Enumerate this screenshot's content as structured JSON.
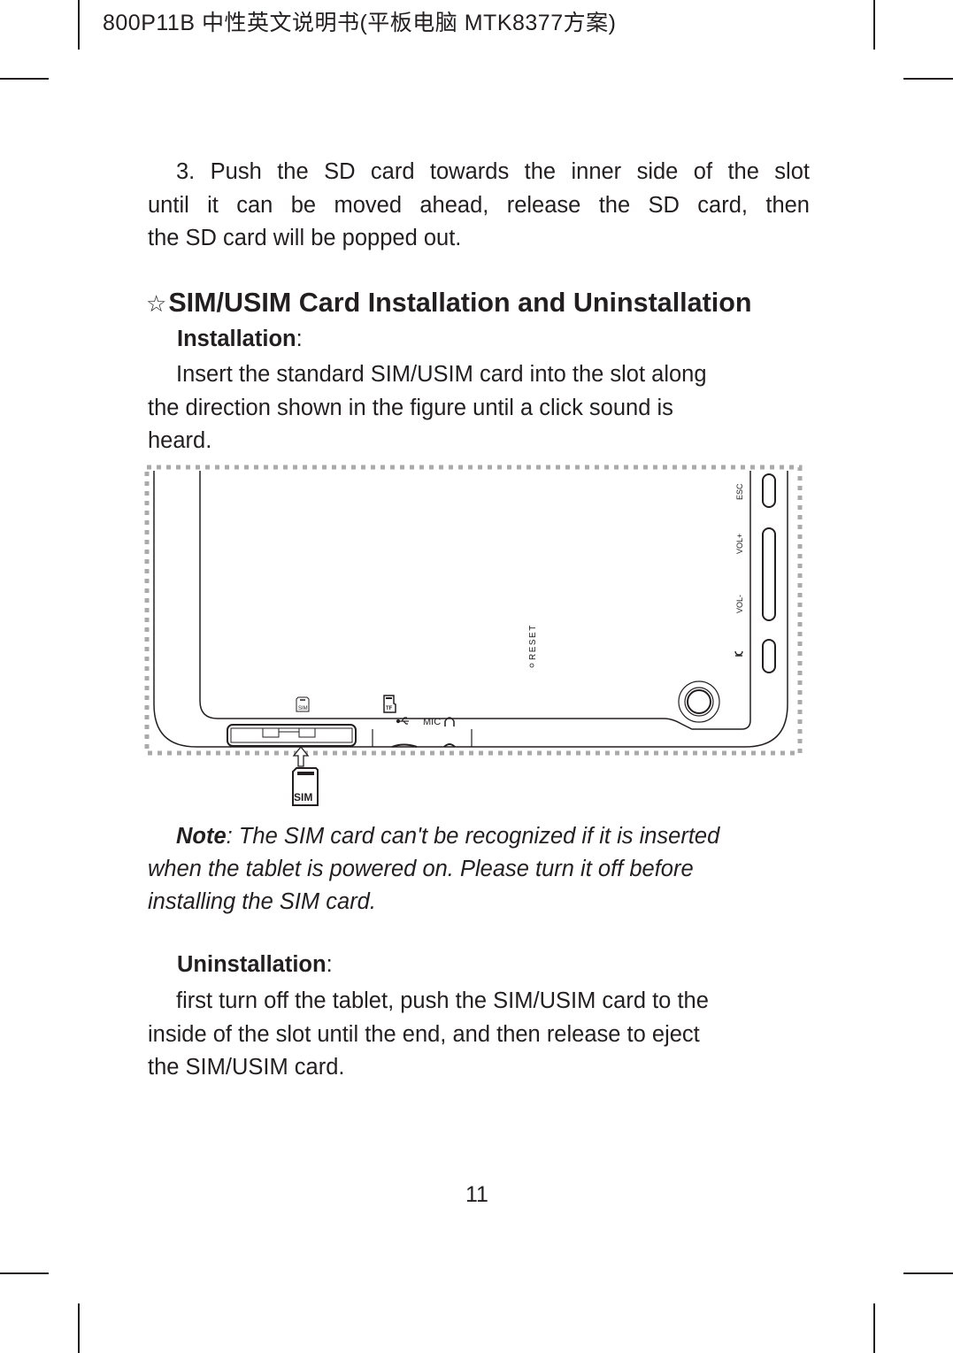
{
  "header": {
    "title": "800P11B 中性英文说明书(平板电脑 MTK8377方案)"
  },
  "paragraph_sd_eject": {
    "lines": [
      "3. Push the SD card towards the inner side of the slot",
      "until it can be moved ahead, release the SD card, then",
      "the SD card will be popped out."
    ]
  },
  "section": {
    "star_icon": "☆",
    "heading": "SIM/USIM Card Installation and Uninstallation"
  },
  "installation": {
    "label": "Installation",
    "colon": ":",
    "lines": [
      "Insert the standard SIM/USIM card into the slot along",
      "the direction shown in the figure until a click sound is",
      "heard."
    ]
  },
  "figure": {
    "labels": {
      "esc": "ESC",
      "vol_plus": "VOL+",
      "vol_minus": "VOL-",
      "reset": "RESET",
      "mic": "MIC",
      "sim_slot_icon": "SIM",
      "tf_slot_icon": "TF",
      "sim_card": "SIM"
    },
    "colors": {
      "line": "#231f20",
      "dashed_border": "#aaaaaa"
    }
  },
  "note": {
    "label": "Note",
    "lines": [
      ": The SIM card can't be recognized if it is inserted",
      "when the tablet is powered on. Please turn it off before",
      "installing the SIM card."
    ]
  },
  "uninstallation": {
    "label": "Uninstallation",
    "colon": ":",
    "lines": [
      "first turn off the tablet, push the SIM/USIM card to the",
      "inside of the slot until the end, and then release to eject",
      "the SIM/USIM card."
    ]
  },
  "footer": {
    "page_number": "11"
  }
}
